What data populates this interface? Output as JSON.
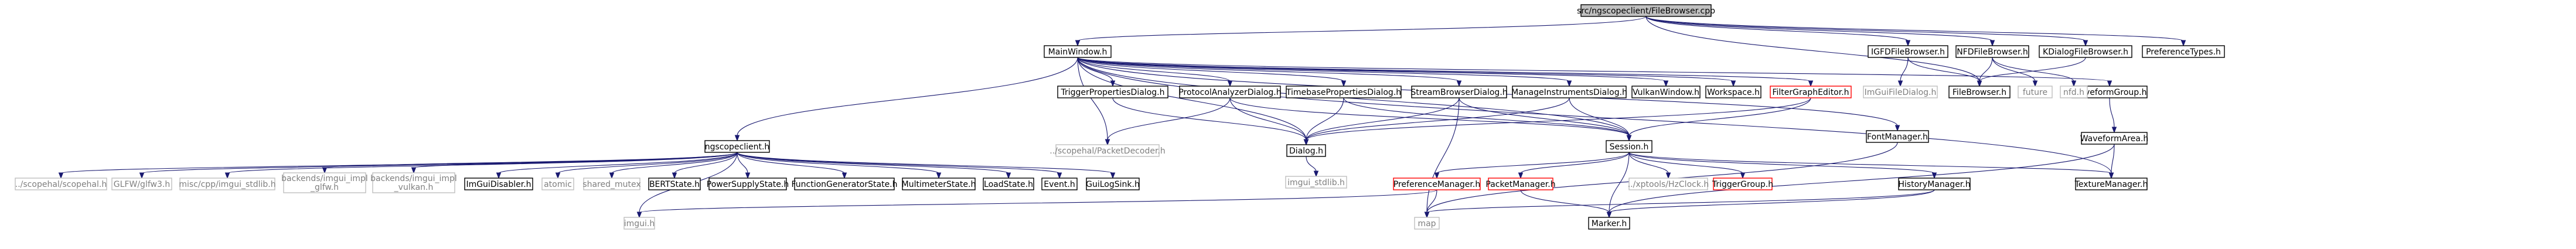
{
  "graph": {
    "nodes": [
      {
        "id": "root",
        "label": "src/ngscopeclient/FileBrowser.cpp",
        "style": "root",
        "lines": []
      },
      {
        "id": "mainwindow",
        "label": "MainWindow.h",
        "style": "black",
        "lines": []
      },
      {
        "id": "igf",
        "label": "IGFDFileBrowser.h",
        "style": "black",
        "lines": []
      },
      {
        "id": "nfd",
        "label": "NFDFileBrowser.h",
        "style": "black",
        "lines": []
      },
      {
        "id": "kdialog",
        "label": "KDialogFileBrowser.h",
        "style": "black",
        "lines": []
      },
      {
        "id": "preftypes",
        "label": "PreferenceTypes.h",
        "style": "black",
        "lines": []
      },
      {
        "id": "triggerprop",
        "label": "TriggerPropertiesDialog.h",
        "style": "black",
        "lines": []
      },
      {
        "id": "protoanalyzer",
        "label": "ProtocolAnalyzerDialog.h",
        "style": "black",
        "lines": []
      },
      {
        "id": "timebaseprop",
        "label": "TimebasePropertiesDialog.h",
        "style": "black",
        "lines": []
      },
      {
        "id": "streambrowser",
        "label": "StreamBrowserDialog.h",
        "style": "black",
        "lines": []
      },
      {
        "id": "manageinstr",
        "label": "ManageInstrumentsDialog.h",
        "style": "black",
        "lines": []
      },
      {
        "id": "vulkanwindow",
        "label": "VulkanWindow.h",
        "style": "black",
        "lines": []
      },
      {
        "id": "workspace",
        "label": "Workspace.h",
        "style": "black",
        "lines": []
      },
      {
        "id": "filtergraph",
        "label": "FilterGraphEditor.h",
        "style": "red",
        "lines": []
      },
      {
        "id": "waveformgroup",
        "label": "WaveformGroup.h",
        "style": "black",
        "lines": []
      },
      {
        "id": "imguifiledialog",
        "label": "ImGuiFileDialog.h",
        "style": "grey",
        "lines": []
      },
      {
        "id": "filebrowser",
        "label": "FileBrowser.h",
        "style": "black",
        "lines": []
      },
      {
        "id": "future",
        "label": "future",
        "style": "grey",
        "lines": []
      },
      {
        "id": "nfdh",
        "label": "nfd.h",
        "style": "grey",
        "lines": []
      },
      {
        "id": "ngscopeclient",
        "label": "ngscopeclient.h",
        "style": "black",
        "lines": []
      },
      {
        "id": "packetdecoder",
        "label": "../scopehal/PacketDecoder.h",
        "style": "grey",
        "lines": []
      },
      {
        "id": "dialog",
        "label": "Dialog.h",
        "style": "black",
        "lines": []
      },
      {
        "id": "session",
        "label": "Session.h",
        "style": "black",
        "lines": []
      },
      {
        "id": "fontmanager",
        "label": "FontManager.h",
        "style": "black",
        "lines": []
      },
      {
        "id": "waveformarea",
        "label": "WaveformArea.h",
        "style": "black",
        "lines": []
      },
      {
        "id": "scopehal",
        "label": "../scopehal/scopehal.h",
        "style": "grey",
        "lines": []
      },
      {
        "id": "glfw",
        "label": "GLFW/glfw3.h",
        "style": "grey",
        "lines": []
      },
      {
        "id": "imstdlib",
        "label": "misc/cpp/imgui_stdlib.h",
        "style": "grey",
        "lines": []
      },
      {
        "id": "implglfw",
        "label": "",
        "style": "grey",
        "lines": [
          "backends/imgui_impl",
          "_glfw.h"
        ]
      },
      {
        "id": "implvulkan",
        "label": "",
        "style": "grey",
        "lines": [
          "backends/imgui_impl",
          "_vulkan.h"
        ]
      },
      {
        "id": "imguidisabler",
        "label": "ImGuiDisabler.h",
        "style": "black",
        "lines": []
      },
      {
        "id": "atomic",
        "label": "atomic",
        "style": "grey",
        "lines": []
      },
      {
        "id": "sharedmutex",
        "label": "shared_mutex",
        "style": "grey",
        "lines": []
      },
      {
        "id": "bertstate",
        "label": "BERTState.h",
        "style": "black",
        "lines": []
      },
      {
        "id": "psustate",
        "label": "PowerSupplyState.h",
        "style": "black",
        "lines": []
      },
      {
        "id": "fgenstate",
        "label": "FunctionGeneratorState.h",
        "style": "black",
        "lines": []
      },
      {
        "id": "mmstate",
        "label": "MultimeterState.h",
        "style": "black",
        "lines": []
      },
      {
        "id": "loadstate",
        "label": "LoadState.h",
        "style": "black",
        "lines": []
      },
      {
        "id": "event",
        "label": "Event.h",
        "style": "black",
        "lines": []
      },
      {
        "id": "guilogsink",
        "label": "GuiLogSink.h",
        "style": "black",
        "lines": []
      },
      {
        "id": "imstdlib2",
        "label": "imgui_stdlib.h",
        "style": "grey",
        "lines": []
      },
      {
        "id": "prefmanager",
        "label": "PreferenceManager.h",
        "style": "red",
        "lines": []
      },
      {
        "id": "packetmanager",
        "label": "PacketManager.h",
        "style": "red",
        "lines": []
      },
      {
        "id": "hzclock",
        "label": "../xptools/HzClock.h",
        "style": "grey",
        "lines": []
      },
      {
        "id": "triggergroup",
        "label": "TriggerGroup.h",
        "style": "red",
        "lines": []
      },
      {
        "id": "historymanager",
        "label": "HistoryManager.h",
        "style": "black",
        "lines": []
      },
      {
        "id": "texturemanager",
        "label": "TextureManager.h",
        "style": "black",
        "lines": []
      },
      {
        "id": "imguih",
        "label": "imgui.h",
        "style": "grey",
        "lines": []
      },
      {
        "id": "map",
        "label": "map",
        "style": "grey",
        "lines": []
      },
      {
        "id": "marker",
        "label": "Marker.h",
        "style": "black",
        "lines": []
      }
    ],
    "edges": [
      [
        "root",
        "mainwindow"
      ],
      [
        "root",
        "igf"
      ],
      [
        "root",
        "nfd"
      ],
      [
        "root",
        "kdialog"
      ],
      [
        "root",
        "preftypes"
      ],
      [
        "root",
        "filebrowser"
      ],
      [
        "igf",
        "imguifiledialog"
      ],
      [
        "igf",
        "filebrowser"
      ],
      [
        "nfd",
        "filebrowser"
      ],
      [
        "nfd",
        "future"
      ],
      [
        "nfd",
        "nfdh"
      ],
      [
        "kdialog",
        "filebrowser"
      ],
      [
        "mainwindow",
        "ngscopeclient"
      ],
      [
        "mainwindow",
        "packetdecoder"
      ],
      [
        "mainwindow",
        "triggerprop"
      ],
      [
        "mainwindow",
        "protoanalyzer"
      ],
      [
        "mainwindow",
        "timebaseprop"
      ],
      [
        "mainwindow",
        "streambrowser"
      ],
      [
        "mainwindow",
        "manageinstr"
      ],
      [
        "mainwindow",
        "vulkanwindow"
      ],
      [
        "mainwindow",
        "workspace"
      ],
      [
        "mainwindow",
        "filtergraph"
      ],
      [
        "mainwindow",
        "waveformgroup"
      ],
      [
        "mainwindow",
        "fontmanager"
      ],
      [
        "mainwindow",
        "texturemanager"
      ],
      [
        "mainwindow",
        "session"
      ],
      [
        "mainwindow",
        "dialog"
      ],
      [
        "triggerprop",
        "dialog"
      ],
      [
        "protoanalyzer",
        "dialog"
      ],
      [
        "protoanalyzer",
        "packetdecoder"
      ],
      [
        "protoanalyzer",
        "session"
      ],
      [
        "timebaseprop",
        "dialog"
      ],
      [
        "timebaseprop",
        "session"
      ],
      [
        "streambrowser",
        "dialog"
      ],
      [
        "streambrowser",
        "session"
      ],
      [
        "streambrowser",
        "map"
      ],
      [
        "manageinstr",
        "dialog"
      ],
      [
        "manageinstr",
        "session"
      ],
      [
        "filtergraph",
        "dialog"
      ],
      [
        "filtergraph",
        "session"
      ],
      [
        "waveformgroup",
        "waveformarea"
      ],
      [
        "waveformarea",
        "texturemanager"
      ],
      [
        "waveformarea",
        "marker"
      ],
      [
        "dialog",
        "imstdlib2"
      ],
      [
        "fontmanager",
        "map"
      ],
      [
        "ngscopeclient",
        "scopehal"
      ],
      [
        "ngscopeclient",
        "glfw"
      ],
      [
        "ngscopeclient",
        "imstdlib"
      ],
      [
        "ngscopeclient",
        "implglfw"
      ],
      [
        "ngscopeclient",
        "implvulkan"
      ],
      [
        "ngscopeclient",
        "imguidisabler"
      ],
      [
        "ngscopeclient",
        "atomic"
      ],
      [
        "ngscopeclient",
        "sharedmutex"
      ],
      [
        "ngscopeclient",
        "bertstate"
      ],
      [
        "ngscopeclient",
        "psustate"
      ],
      [
        "ngscopeclient",
        "fgenstate"
      ],
      [
        "ngscopeclient",
        "mmstate"
      ],
      [
        "ngscopeclient",
        "loadstate"
      ],
      [
        "ngscopeclient",
        "event"
      ],
      [
        "ngscopeclient",
        "guilogsink"
      ],
      [
        "ngscopeclient",
        "imguih"
      ],
      [
        "session",
        "prefmanager"
      ],
      [
        "session",
        "packetmanager"
      ],
      [
        "session",
        "hzclock"
      ],
      [
        "session",
        "triggergroup"
      ],
      [
        "session",
        "historymanager"
      ],
      [
        "session",
        "marker"
      ],
      [
        "session",
        "texturemanager"
      ],
      [
        "prefmanager",
        "imguih"
      ],
      [
        "prefmanager",
        "map"
      ],
      [
        "packetmanager",
        "marker"
      ],
      [
        "historymanager",
        "map"
      ],
      [
        "historymanager",
        "marker"
      ]
    ]
  }
}
